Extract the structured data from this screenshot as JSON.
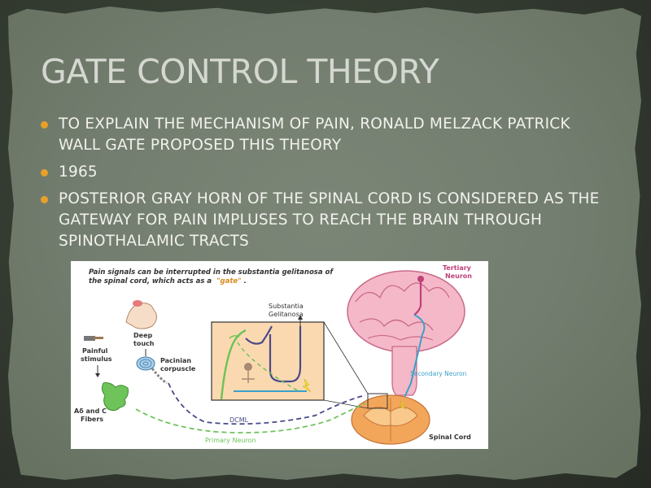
{
  "slide": {
    "title": "GATE CONTROL THEORY",
    "bullets": [
      "TO EXPLAIN THE MECHANISM OF PAIN, RONALD MELZACK PATRICK WALL GATE PROPOSED THIS THEORY",
      "1965",
      "POSTERIOR GRAY HORN OF THE SPINAL CORD IS CONSIDERED AS THE GATEWAY FOR PAIN IMPLUSES TO REACH THE BRAIN THROUGH SPINOTHALAMIC TRACTS"
    ],
    "accent_color": "#e8a02a",
    "text_color": "#f0f1ec",
    "title_color": "#d4d8d0"
  },
  "figure": {
    "caption_line1": "Pain signals can be interrupted in the substantia gelitanosa of",
    "caption_line2": "the spinal cord, which acts as a",
    "caption_gate": "\"gate\"",
    "caption_end": ".",
    "tertiary_neuron": [
      "Tertiary",
      "Neuron"
    ],
    "substantia": [
      "Substantia",
      "Gelitanosa"
    ],
    "deep_touch": [
      "Deep",
      "touch"
    ],
    "pacinian": [
      "Pacinian",
      "corpuscle"
    ],
    "painful_stimulus": [
      "Painful",
      "stimulus"
    ],
    "fibers": [
      "Aδ and C",
      "Fibers"
    ],
    "dcml": "DCML",
    "primary_neuron": "Primary Neuron",
    "secondary_neuron": "Secondary Neuron",
    "spinal_cord": "Spinal Cord",
    "colors": {
      "tertiary": "#c0407a",
      "secondary": "#3aa0c8",
      "primary": "#6ec35a",
      "dcml": "#4a4a8a",
      "brain": "#f5b8c8",
      "cord_orange": "#f2a65a",
      "inset_bg": "#fbd9b0"
    }
  }
}
